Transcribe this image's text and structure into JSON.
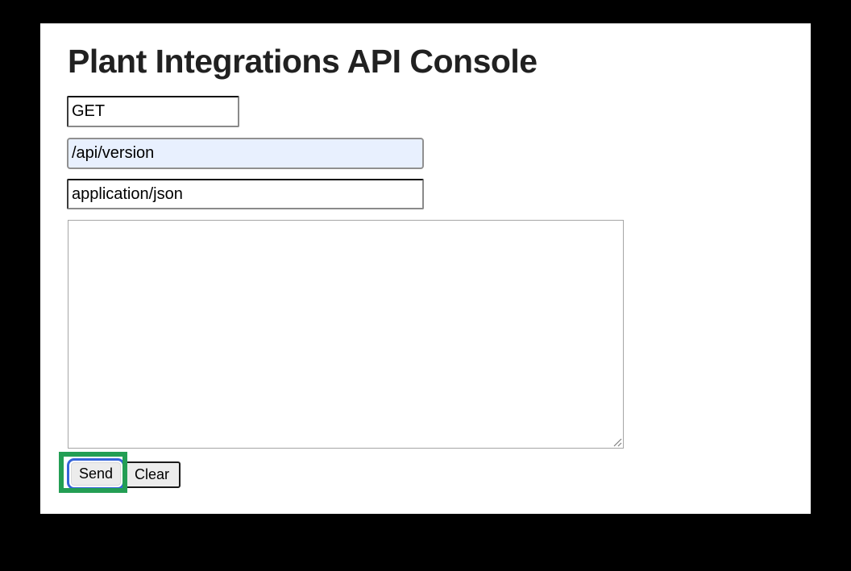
{
  "console": {
    "title": "Plant Integrations API Console",
    "method": {
      "value": "GET"
    },
    "path": {
      "value": "/api/version"
    },
    "content_type": {
      "value": "application/json"
    },
    "body": {
      "value": ""
    },
    "buttons": {
      "send": "Send",
      "clear": "Clear"
    }
  },
  "annotation": {
    "highlighted_button": "Send"
  },
  "colors": {
    "canvas_black": "#000000",
    "card_white": "#ffffff",
    "title_color": "#212121",
    "autofill_blue": "#e8f0fe",
    "focus_blue": "#3564d9",
    "annotation_green": "#239e54",
    "button_face": "#ececec"
  }
}
